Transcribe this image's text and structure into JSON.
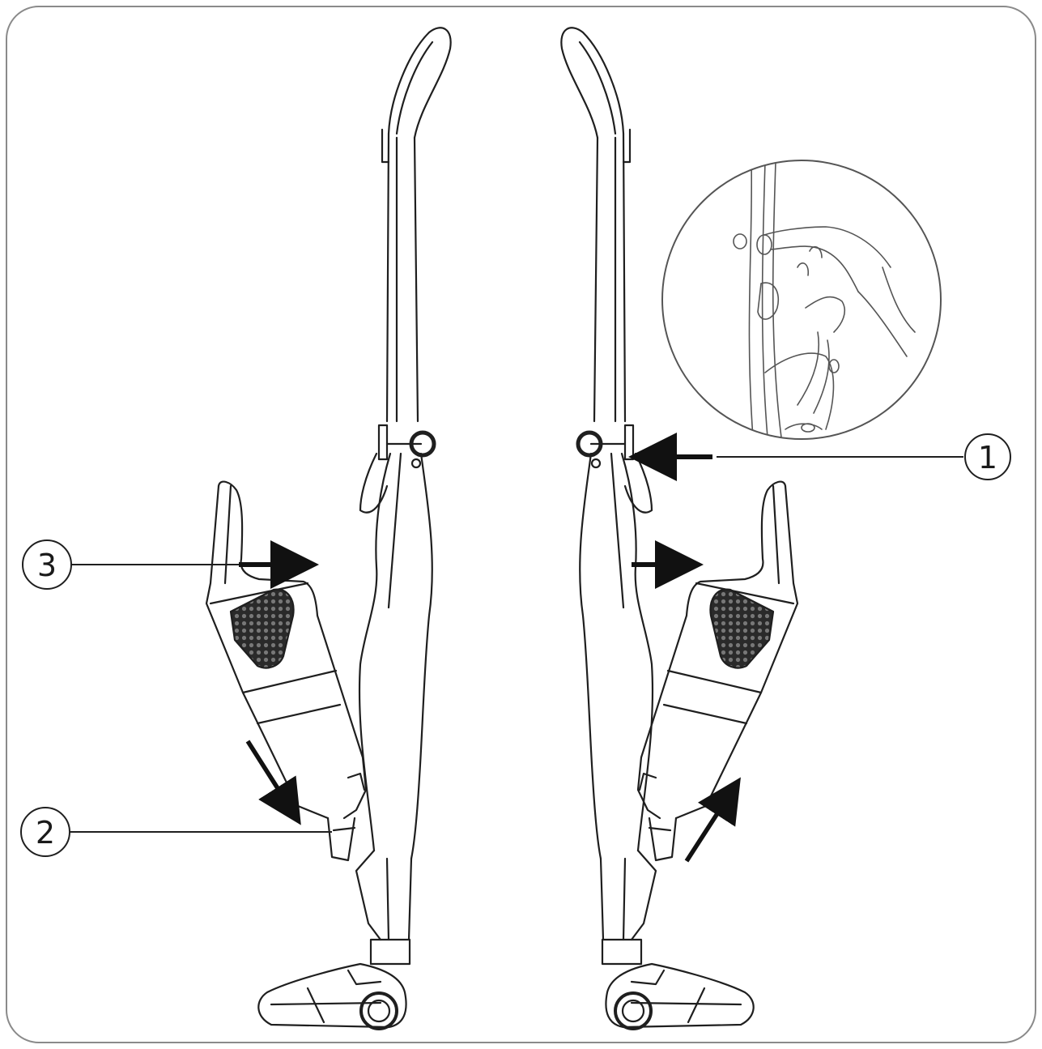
{
  "frame": {
    "stroke_color": "#8a8a8a",
    "background": "#ffffff"
  },
  "line_color": "#1f1f1f",
  "arrow_color": "#111111",
  "callouts": [
    {
      "id": "c1",
      "label": "1"
    },
    {
      "id": "c2",
      "label": "2"
    },
    {
      "id": "c3",
      "label": "3"
    }
  ],
  "icons": {
    "vacuum_left": "stick-vacuum-side-view",
    "vacuum_right": "stick-vacuum-side-view-mirrored",
    "detail": "magnified-latch-detail"
  }
}
